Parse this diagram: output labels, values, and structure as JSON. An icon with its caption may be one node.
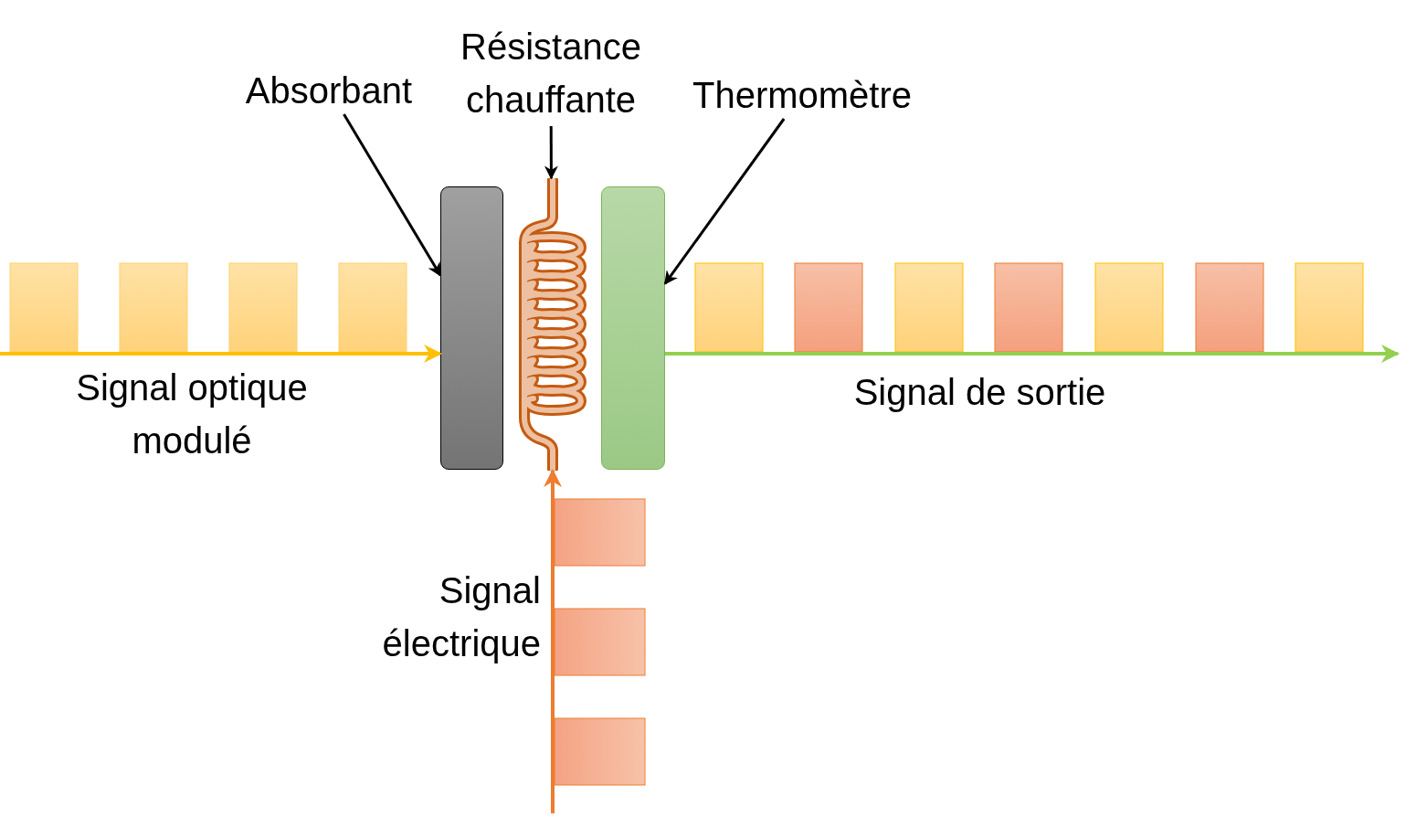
{
  "diagram": {
    "nodes": [
      {
        "text": [
          "Absorbant"
        ]
      },
      {
        "text": [
          "Résistance chauffante"
        ]
      },
      {
        "text": [
          "Thermomètre"
        ]
      },
      {
        "text": [],
        "shape": "box"
      },
      {
        "text": [],
        "shape": "picture"
      },
      {
        "text": [],
        "shape": "box"
      }
    ],
    "edges": [
      {
        "from": 0,
        "to": 3,
        "arrow": "to"
      },
      {
        "from": 1,
        "to": 4,
        "arrow": "to"
      },
      {
        "from": 2,
        "to": 5,
        "arrow": "to"
      },
      {
        "from": null,
        "to": 3,
        "arrow": "to",
        "color": "#ffc000"
      },
      {
        "from": 5,
        "to": null,
        "arrow": "to",
        "color": "#92d050"
      },
      {
        "from": null,
        "to": 4,
        "arrow": "to",
        "color": "#ed7d31"
      }
    ],
    "labels": [
      "Signal optique modulé",
      "Signal de sortie",
      "Signal électrique"
    ]
  }
}
